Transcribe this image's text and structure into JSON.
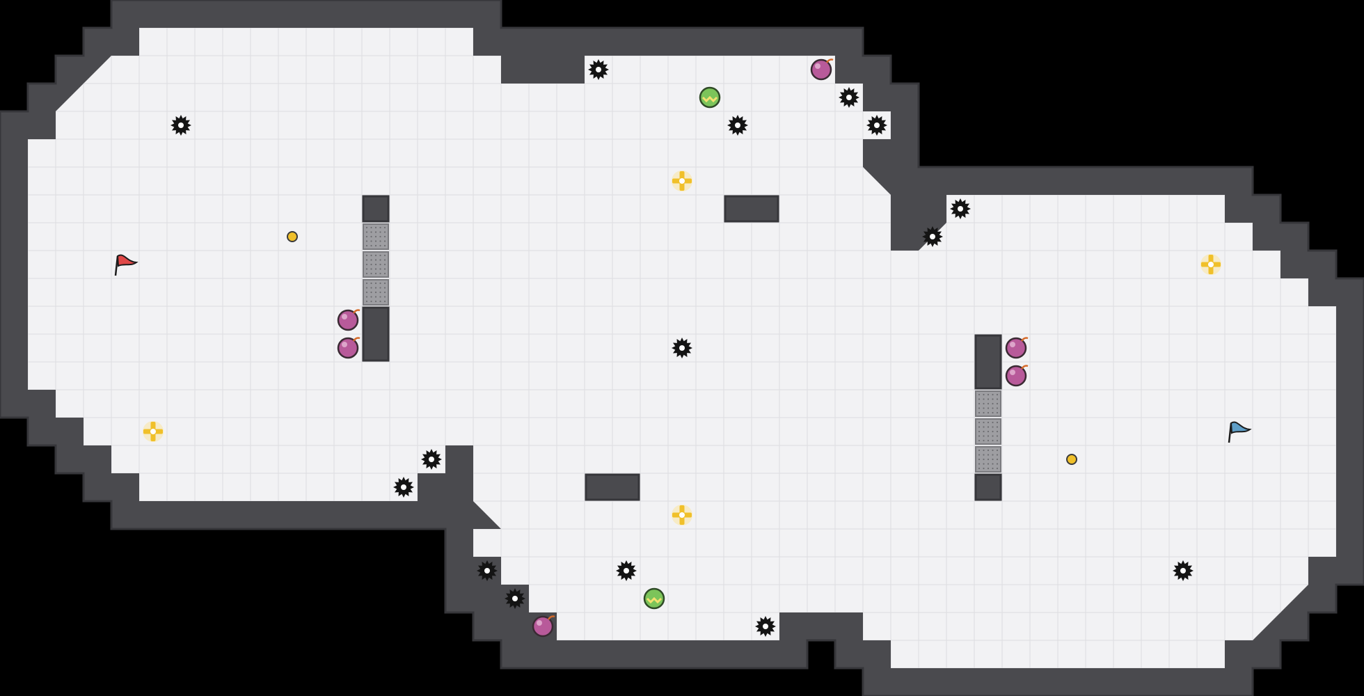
{
  "game": {
    "view": "top-down map",
    "colors": {
      "background": "#000000",
      "wall": "#4a4a4e",
      "wall_edge": "#36363a",
      "floor": "#f2f2f4",
      "grid": "#dcdce0",
      "gate": "#9e9ea2",
      "red_team": "#e04848",
      "blue_team": "#5f9fc8",
      "bomb": "#b85a9a",
      "boost": "#f0c02a",
      "powerup": "#7cc45a",
      "spike": "#141414"
    },
    "cell": 40,
    "flags": [
      {
        "team": "red",
        "color_key": "red_team",
        "col": 4,
        "row": 9
      },
      {
        "team": "blue",
        "color_key": "blue_team",
        "col": 44,
        "row": 15
      }
    ],
    "spikes": [
      [
        21,
        2
      ],
      [
        6,
        4
      ],
      [
        30,
        3
      ],
      [
        26,
        4
      ],
      [
        31,
        4
      ],
      [
        34,
        7
      ],
      [
        33,
        8
      ],
      [
        24,
        12
      ],
      [
        15,
        16
      ],
      [
        14,
        17
      ],
      [
        17,
        20
      ],
      [
        22,
        20
      ],
      [
        18,
        21
      ],
      [
        27,
        22
      ],
      [
        42,
        20
      ]
    ],
    "bombs": [
      [
        29,
        2
      ],
      [
        12,
        11
      ],
      [
        12,
        12
      ],
      [
        36,
        12
      ],
      [
        36,
        13
      ],
      [
        19,
        22
      ]
    ],
    "boosts": [
      [
        24,
        6
      ],
      [
        5,
        15
      ],
      [
        24,
        18
      ],
      [
        43,
        9
      ]
    ],
    "powerups": [
      [
        25,
        3
      ],
      [
        23,
        21
      ]
    ],
    "buttons": [
      [
        10,
        8
      ],
      [
        38,
        16
      ]
    ],
    "gates": [
      {
        "col": 13,
        "row": 8,
        "len": 3,
        "dir": "v"
      },
      {
        "col": 35,
        "row": 14,
        "len": 3,
        "dir": "v"
      }
    ],
    "wall_blocks": [
      {
        "col": 13,
        "row": 7,
        "w": 1,
        "h": 1
      },
      {
        "col": 13,
        "row": 11,
        "w": 1,
        "h": 2
      },
      {
        "col": 26,
        "row": 7,
        "w": 2,
        "h": 1
      },
      {
        "col": 35,
        "row": 12,
        "w": 1,
        "h": 2
      },
      {
        "col": 35,
        "row": 17,
        "w": 1,
        "h": 1
      },
      {
        "col": 21,
        "row": 17,
        "w": 2,
        "h": 1
      }
    ]
  }
}
